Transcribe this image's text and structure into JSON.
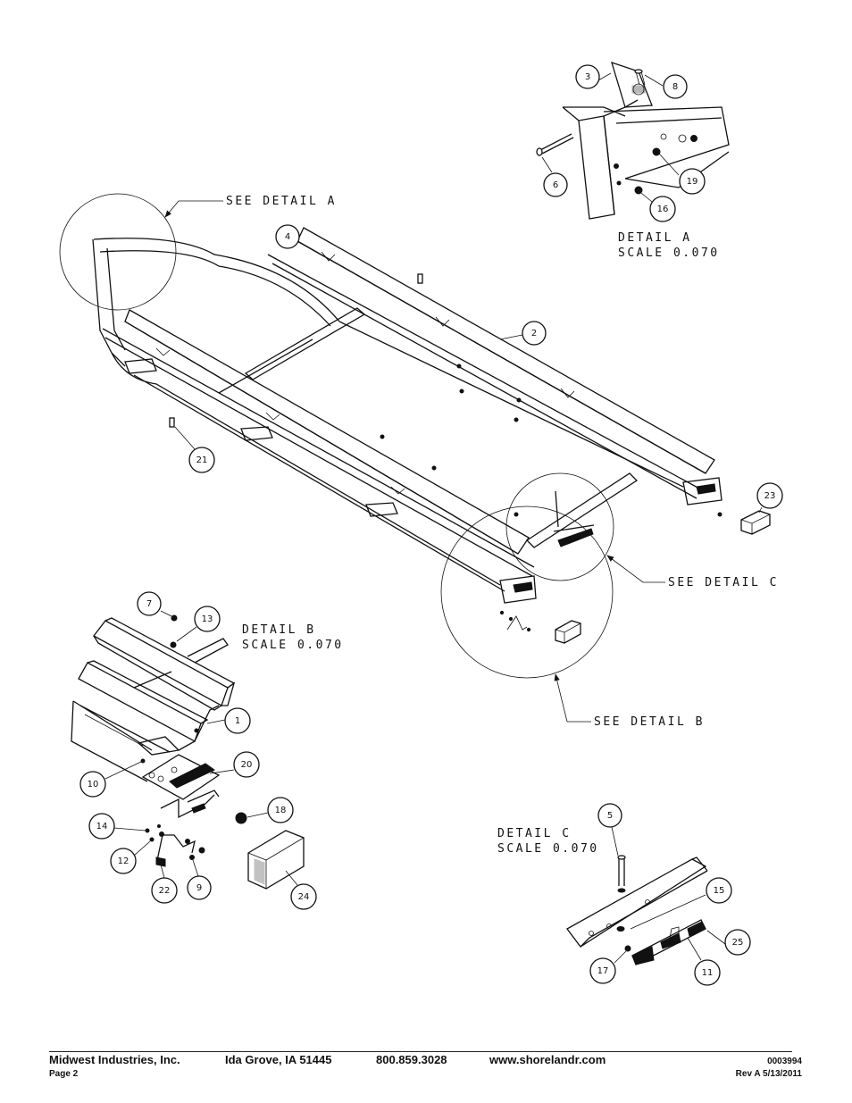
{
  "detail_a": {
    "callout": "SEE DETAIL A",
    "title": "DETAIL A",
    "scale": "SCALE 0.070",
    "items": [
      "3",
      "8",
      "6",
      "19",
      "16"
    ]
  },
  "detail_b": {
    "callout": "SEE DETAIL B",
    "title": "DETAIL B",
    "scale": "SCALE 0.070",
    "items": [
      "7",
      "13",
      "1",
      "20",
      "10",
      "18",
      "14",
      "12",
      "22",
      "9",
      "24"
    ]
  },
  "detail_c": {
    "callout": "SEE DETAIL C",
    "title": "DETAIL C",
    "scale": "SCALE 0.070",
    "items": [
      "5",
      "15",
      "25",
      "17",
      "11"
    ]
  },
  "main_view": {
    "items": [
      "4",
      "2",
      "21",
      "23"
    ]
  },
  "footer": {
    "company": "Midwest Industries, Inc.",
    "address": "Ida Grove, IA  51445",
    "phone": "800.859.3028",
    "website": "www.shorelandr.com",
    "doc_number": "0003994",
    "page": "Page 2",
    "revision": "Rev A  5/13/2011"
  }
}
